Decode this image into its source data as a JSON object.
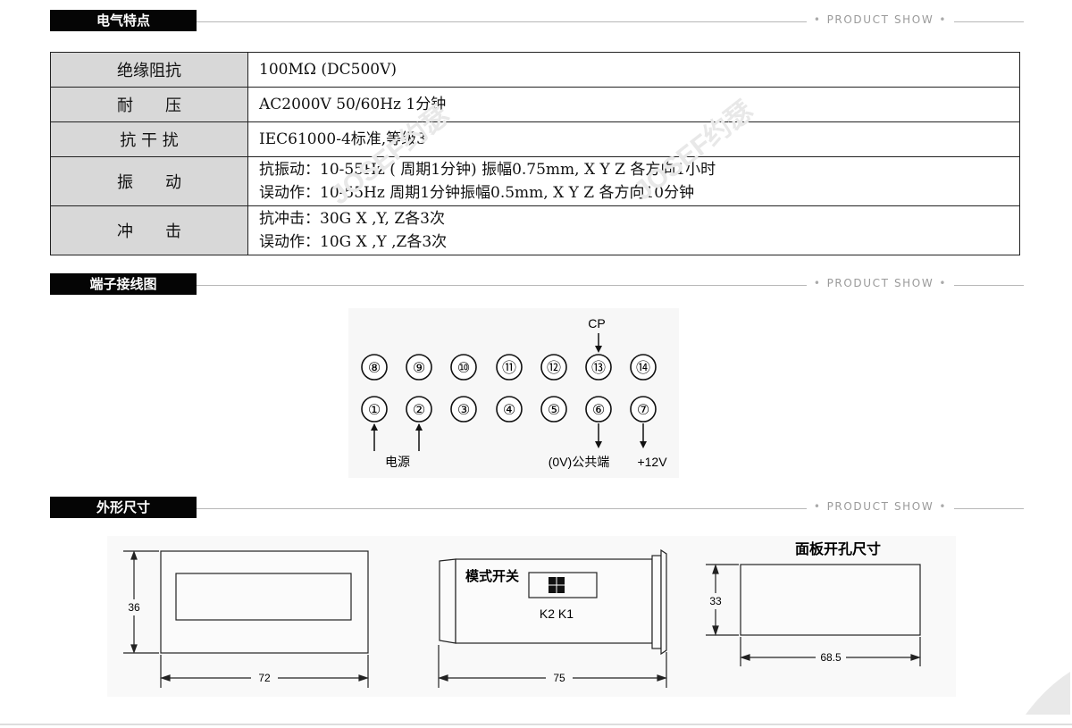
{
  "sections": {
    "electrical": {
      "title": "电气特点",
      "badge": "PRODUCT SHOW"
    },
    "wiring": {
      "title": "端子接线图",
      "badge": "PRODUCT SHOW"
    },
    "dimensions": {
      "title": "外形尺寸",
      "badge": "PRODUCT SHOW"
    }
  },
  "spec_table": [
    {
      "key": "绝缘阻抗",
      "lines": [
        "100MΩ (DC500V)"
      ]
    },
    {
      "key": "耐　　压",
      "lines": [
        "AC2000V 50/60Hz 1分钟"
      ]
    },
    {
      "key": "抗 干 扰",
      "lines": [
        "IEC61000-4标准,等级3"
      ]
    },
    {
      "key": "振　　动",
      "lines": [
        "抗振动：10-55Hz ( 周期1分钟) 振幅0.75mm, X Y Z 各方向1小时",
        "误动作：10-55Hz 周期1分钟振幅0.5mm, X Y Z 各方向10分钟"
      ]
    },
    {
      "key": "冲　　击",
      "lines": [
        "抗冲击：30G  X ,Y, Z各3次",
        "误动作：10G  X ,Y ,Z各3次"
      ]
    }
  ],
  "wiring": {
    "top_row": [
      "⑧",
      "⑨",
      "⑩",
      "⑪",
      "⑫",
      "⑬",
      "⑭"
    ],
    "bottom_row": [
      "①",
      "②",
      "③",
      "④",
      "⑤",
      "⑥",
      "⑦"
    ],
    "label_cp": "CP",
    "label_power": "电源",
    "label_common": "(0V)公共端",
    "label_12v": "+12V"
  },
  "dimensions": {
    "front_height": "36",
    "front_width": "72",
    "side_length": "75",
    "mode_switch": "模式开关",
    "switch_labels": "K2 K1",
    "panel_cutout_title": "面板开孔尺寸",
    "cutout_height": "33",
    "cutout_width": "68.5"
  },
  "watermark": "JOSEF约瑟"
}
